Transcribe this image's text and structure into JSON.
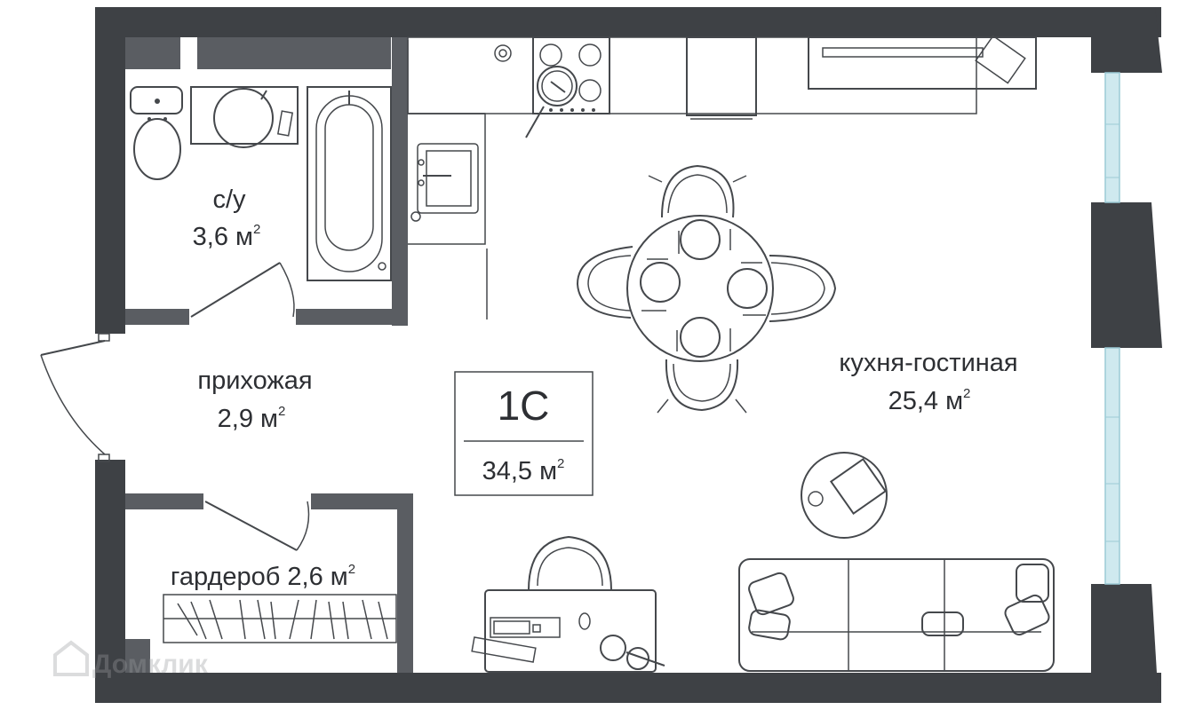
{
  "plan": {
    "type_label": "1С",
    "total_area": "34,5 м",
    "area_unit_sup": "2",
    "rooms": {
      "bathroom": {
        "name": "с/у",
        "area": "3,6 м",
        "sup": "2"
      },
      "hallway": {
        "name": "прихожая",
        "area": "2,9 м",
        "sup": "2"
      },
      "wardrobe": {
        "name": "гардероб 2,6 м",
        "sup": "2"
      },
      "kitchen_living": {
        "name": "кухня-гостиная",
        "area": "25,4 м",
        "sup": "2"
      }
    },
    "watermark": "Домклик"
  },
  "colors": {
    "wall": "#3e4145",
    "partition": "#5a5d62",
    "line": "#45484c",
    "glass": "#cfe9ef",
    "text": "#2d2f33"
  },
  "icons": [
    "toilet-icon",
    "sink-icon",
    "bathtub-icon",
    "stove-icon",
    "fridge-icon",
    "dining-table-icon",
    "chair-icon",
    "sofa-icon",
    "desk-icon",
    "armchair-icon",
    "tv-stand-icon",
    "door-icon",
    "window-icon"
  ]
}
